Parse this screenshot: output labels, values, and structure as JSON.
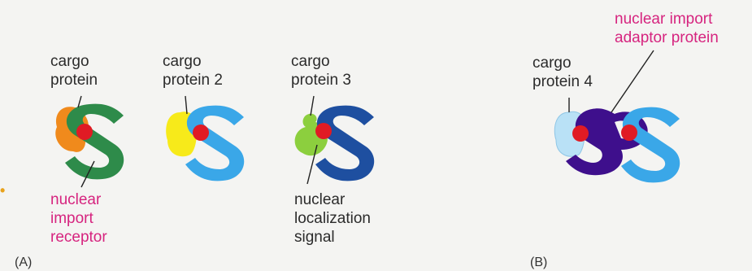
{
  "colors": {
    "background": "#f4f4f2",
    "label_text": "#2b2b2b",
    "highlight_text": "#d6247f",
    "nuclear_import_receptor": "#2e8b4a",
    "nuclear_import_receptor_light": "#3aa7e8",
    "nuclear_localization_signal": "#e01b24",
    "cargo_protein": "#f08a1c",
    "cargo_protein_2": "#f7ea1a",
    "cargo_protein_3": "#8ccf3e",
    "cargo_protein_4": "#b9e1f6",
    "receptor_dark": "#1e4fa0",
    "adaptor_protein": "#3e0f8c"
  },
  "labels": {
    "cargo1_line1": "cargo",
    "cargo1_line2": "protein",
    "cargo2_line1": "cargo",
    "cargo2_line2": "protein 2",
    "cargo3_line1": "cargo",
    "cargo3_line2": "protein 3",
    "cargo4_line1": "cargo",
    "cargo4_line2": "protein 4",
    "receptor_line1": "nuclear",
    "receptor_line2": "import",
    "receptor_line3": "receptor",
    "nls_line1": "nuclear",
    "nls_line2": "localization",
    "nls_line3": "signal",
    "adaptor_line1": "nuclear import",
    "adaptor_line2": "adaptor protein",
    "panel_a": "(A)",
    "panel_b": "(B)"
  }
}
